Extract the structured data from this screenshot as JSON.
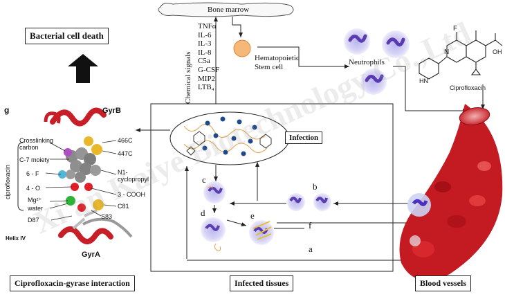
{
  "top": {
    "bone_marrow": "Bone marrow",
    "stem_cell": "Hematopoietic\nStem cell",
    "neutrophils": "Neutrophils"
  },
  "left_panel": {
    "title": "Bacterial cell death",
    "panel_letter": "g",
    "gyrB": "GyrB",
    "gyrA": "GyrA",
    "helix": "Helix IV",
    "cipro_side": "ciprofloxacin",
    "labels_left": [
      "Crosslinking\ncarbon",
      "C-7 moiety",
      "6 - F",
      "4 - O",
      "Mg²⁺",
      "water",
      "D87"
    ],
    "labels_right": [
      "466C",
      "447C",
      "N1-\ncyclopropyl",
      "3 - COOH",
      "C81",
      "S83"
    ],
    "caption": "Ciprofloxacin-gyrase interaction"
  },
  "middle": {
    "chemical_signals": "Chemical signals",
    "signals": [
      "TNFα",
      "IL-6",
      "IL-3",
      "IL-8",
      "C5a",
      "G-CSF",
      "MIP2",
      "LTB₄"
    ],
    "infection_label": "Infection",
    "letters": [
      "c",
      "b",
      "d",
      "e",
      "f",
      "a"
    ],
    "caption": "Infected tissues"
  },
  "right": {
    "drug_name": "Ciprofloxacin",
    "caption": "Blood vessels"
  },
  "watermark": "Xi'an Kaiye Biotechnology Co.,Ltd"
}
